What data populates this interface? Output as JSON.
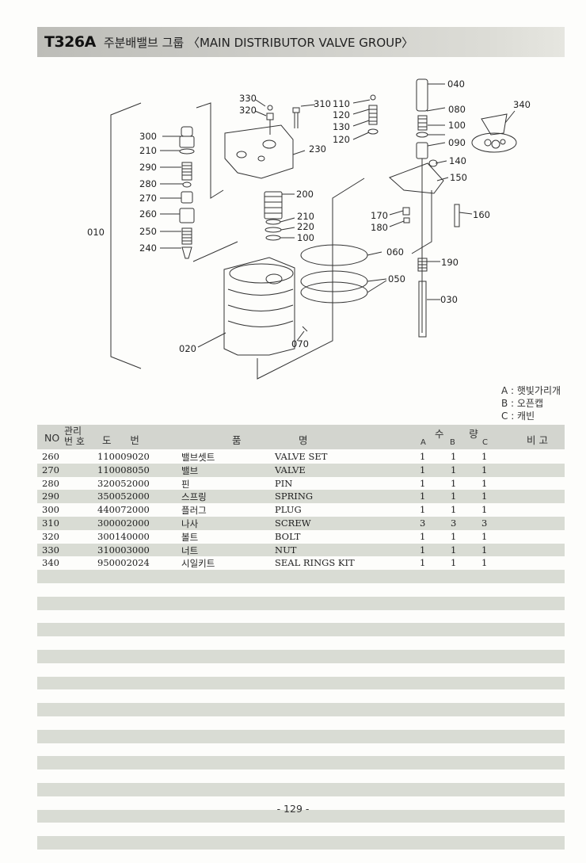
{
  "title": {
    "code": "T326A",
    "text": "주분배밸브 그룹 〈MAIN DISTRIBUTOR VALVE GROUP〉"
  },
  "diagram": {
    "labels": {
      "l010": "010",
      "l020": "020",
      "l030": "030",
      "l040": "040",
      "l050": "050",
      "l060": "060",
      "l070": "070",
      "l080": "080",
      "l090": "090",
      "l100a": "100",
      "l100b": "100",
      "l110": "110",
      "l120a": "120",
      "l120b": "120",
      "l130": "130",
      "l140": "140",
      "l150": "150",
      "l160": "160",
      "l170": "170",
      "l180": "180",
      "l190": "190",
      "l200": "200",
      "l210a": "210",
      "l210b": "210",
      "l220": "220",
      "l230": "230",
      "l240": "240",
      "l250": "250",
      "l260": "260",
      "l270": "270",
      "l280": "280",
      "l290": "290",
      "l300": "300",
      "l310": "310",
      "l320": "320",
      "l330": "330",
      "l340": "340"
    }
  },
  "legend": [
    "A : 햇빛가리개",
    "B : 오픈캡",
    "C : 캐빈"
  ],
  "table_header": {
    "no": "NO",
    "mgmt_top": "관리",
    "mgmt_bottom": "번 호",
    "drawing": "도      번",
    "item": "품",
    "name": "명",
    "qty": "수        량",
    "qa": "A",
    "qb": "B",
    "qc": "C",
    "remarks": "비 고"
  },
  "parts": [
    {
      "no": "260",
      "code": "110009020",
      "kname": "밸브셋트",
      "ename": "VALVE SET",
      "a": "1",
      "b": "1",
      "c": "1"
    },
    {
      "no": "270",
      "code": "110008050",
      "kname": "밸브",
      "ename": "VALVE",
      "a": "1",
      "b": "1",
      "c": "1"
    },
    {
      "no": "280",
      "code": "320052000",
      "kname": "핀",
      "ename": "PIN",
      "a": "1",
      "b": "1",
      "c": "1"
    },
    {
      "no": "290",
      "code": "350052000",
      "kname": "스프링",
      "ename": "SPRING",
      "a": "1",
      "b": "1",
      "c": "1"
    },
    {
      "no": "300",
      "code": "440072000",
      "kname": "플러그",
      "ename": "PLUG",
      "a": "1",
      "b": "1",
      "c": "1"
    },
    {
      "no": "310",
      "code": "300002000",
      "kname": "나사",
      "ename": "SCREW",
      "a": "3",
      "b": "3",
      "c": "3"
    },
    {
      "no": "320",
      "code": "300140000",
      "kname": "볼트",
      "ename": "BOLT",
      "a": "1",
      "b": "1",
      "c": "1"
    },
    {
      "no": "330",
      "code": "310003000",
      "kname": "너트",
      "ename": "NUT",
      "a": "1",
      "b": "1",
      "c": "1"
    },
    {
      "no": "340",
      "code": "950002024",
      "kname": "시일키트",
      "ename": "SEAL RINGS KIT",
      "a": "1",
      "b": "1",
      "c": "1"
    }
  ],
  "page_number": "- 129 -"
}
